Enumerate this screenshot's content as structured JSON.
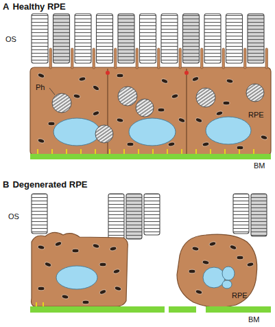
{
  "diagram": {
    "labels": [
      "A",
      "Healthy RPE",
      "OS",
      "Ph",
      "RPE",
      "BM",
      "B",
      "Degenerated RPE",
      "OS",
      "RPE",
      "BM"
    ]
  }
}
